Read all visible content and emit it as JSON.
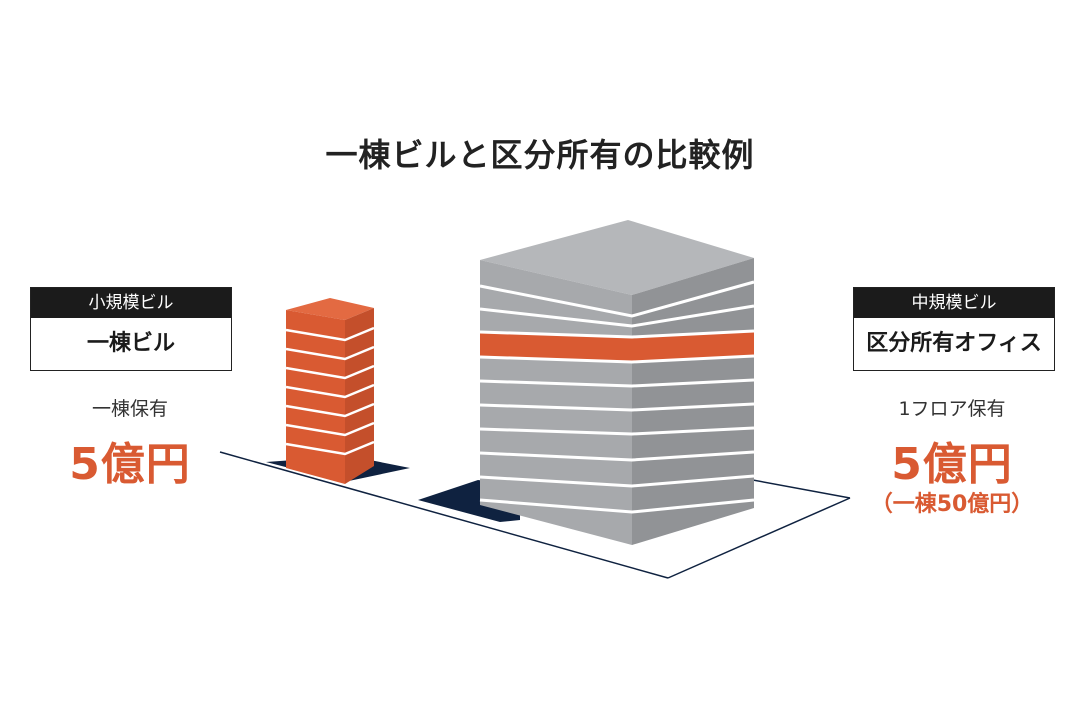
{
  "title": "一棟ビルと区分所有の比較例",
  "left": {
    "caption": "小規模ビル",
    "label": "一棟ビル",
    "ownership": "一棟保有",
    "price": "5億円"
  },
  "right": {
    "caption": "中規模ビル",
    "label": "区分所有オフィス",
    "ownership": "1フロア保有",
    "price": "5億円",
    "note": "（一棟50億円）"
  },
  "colors": {
    "accent": "#d95a32",
    "navy": "#0f2240",
    "gray_front": "#a7a9ac",
    "gray_side": "#8d8f92",
    "dark": "#1b1b1b"
  }
}
